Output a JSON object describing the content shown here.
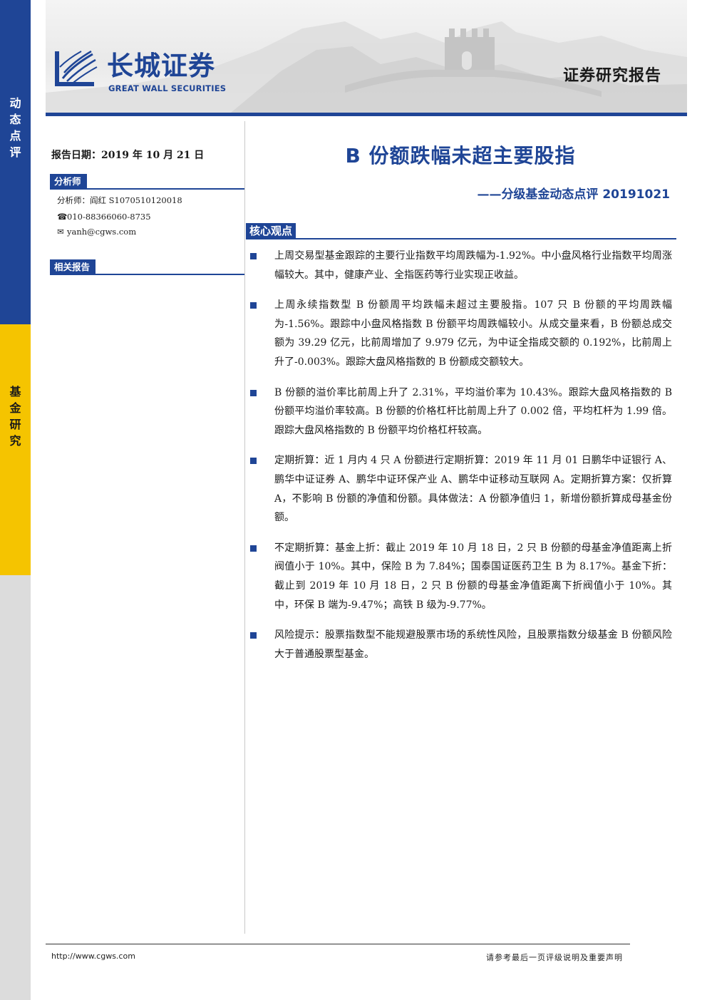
{
  "sidebar": {
    "top_label": [
      "动",
      "态",
      "点",
      "评"
    ],
    "bottom_label": [
      "基",
      "金",
      "研",
      "究"
    ]
  },
  "header": {
    "logo_cn": "长城证券",
    "logo_en": "GREAT WALL SECURITIES",
    "report_type": "证券研究报告"
  },
  "left": {
    "report_date": "报告日期：2019 年 10 月 21 日",
    "analyst_section": "分析师",
    "analyst_line": "分析师：阎红  S1070510120018",
    "phone_icon": "phone-icon",
    "phone": "010-88366060-8735",
    "email_icon": "mail-icon",
    "email": "yanh@cgws.com",
    "related_section": "相关报告"
  },
  "main": {
    "title": "B 份额跌幅未超主要股指",
    "subtitle": "——分级基金动态点评 20191021",
    "core_section": "核心观点",
    "bullets": [
      "上周交易型基金跟踪的主要行业指数平均周跌幅为-1.92%。中小盘风格行业指数平均周涨幅较大。其中，健康产业、全指医药等行业实现正收益。",
      "上周永续指数型 B 份额周平均跌幅未超过主要股指。107 只 B 份额的平均周跌幅为-1.56%。跟踪中小盘风格指数 B 份额平均周跌幅较小。从成交量来看，B 份额总成交额为 39.29 亿元，比前周增加了 9.979 亿元，为中证全指成交额的 0.192%，比前周上升了-0.003%。跟踪大盘风格指数的 B 份额成交额较大。",
      "B 份额的溢价率比前周上升了 2.31%，平均溢价率为 10.43%。跟踪大盘风格指数的 B 份额平均溢价率较高。B 份额的价格杠杆比前周上升了 0.002 倍，平均杠杆为 1.99 倍。跟踪大盘风格指数的 B 份额平均价格杠杆较高。",
      "定期折算：近 1 月内 4 只 A 份额进行定期折算：2019 年 11 月 01 日鹏华中证银行 A、鹏华中证证券 A、鹏华中证环保产业 A、鹏华中证移动互联网 A。定期折算方案：仅折算 A，不影响 B 份额的净值和份额。具体做法：A 份额净值归 1，新增份额折算成母基金份额。",
      "不定期折算：基金上折：截止 2019 年 10 月 18 日，2 只 B 份额的母基金净值距离上折阀值小于 10%。其中，保险 B 为 7.84%；国泰国证医药卫生 B 为 8.17%。基金下折：截止到 2019 年 10 月 18 日，2 只 B 份额的母基金净值距离下折阀值小于 10%。其中，环保 B 端为-9.47%；高铁 B 级为-9.77%。",
      "风险提示：股票指数型不能规避股票市场的系统性风险，且股票指数分级基金 B 份额风险大于普通股票型基金。"
    ]
  },
  "footer": {
    "url": "http://www.cgws.com",
    "disclaimer": "请参考最后一页评级说明及重要声明"
  },
  "colors": {
    "brand_blue": "#1f4596",
    "accent_yellow": "#f5c400",
    "band_grey": "#dcdcdc"
  }
}
